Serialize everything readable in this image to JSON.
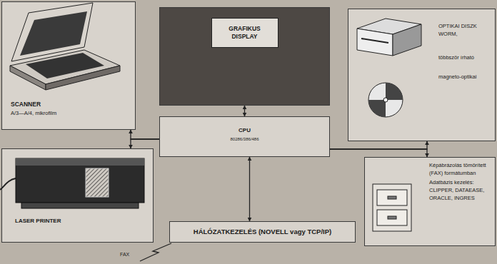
{
  "diagram": {
    "nodes": [
      {
        "text": [
          "SCANNER",
          "A/3—A/4, mikrofilm"
        ]
      },
      {
        "text": [
          "GRAFIKUS DISPLAY"
        ]
      },
      {
        "text": [
          "OPTIKAI DISZK WORM,",
          "többször írható",
          "magneto-optikai"
        ]
      },
      {
        "text": [
          "CPU",
          "80286/386/486"
        ]
      },
      {
        "text": [
          "LASER PRINTER"
        ]
      },
      {
        "text": [
          "Képábrázolás tömörített (FAX) formátumban",
          "Adatbázis kezelés: CLIPPER, DATAEASE, ORACLE, INGRES"
        ]
      },
      {
        "text": [
          "HÁLÓZATKEZELÉS (NOVELL vagy TCP/IP)"
        ]
      }
    ],
    "edges": [
      {
        "from": 3,
        "to": 1,
        "arrow": "both"
      },
      {
        "from": 3,
        "to": 0,
        "arrow": "to"
      },
      {
        "from": 3,
        "to": 4,
        "arrow": "to"
      },
      {
        "from": 3,
        "to": 2,
        "arrow": "to"
      },
      {
        "from": 3,
        "to": 5,
        "arrow": "to"
      },
      {
        "from": 3,
        "to": 6,
        "arrow": "both"
      }
    ],
    "labels": [
      "FAX"
    ]
  }
}
